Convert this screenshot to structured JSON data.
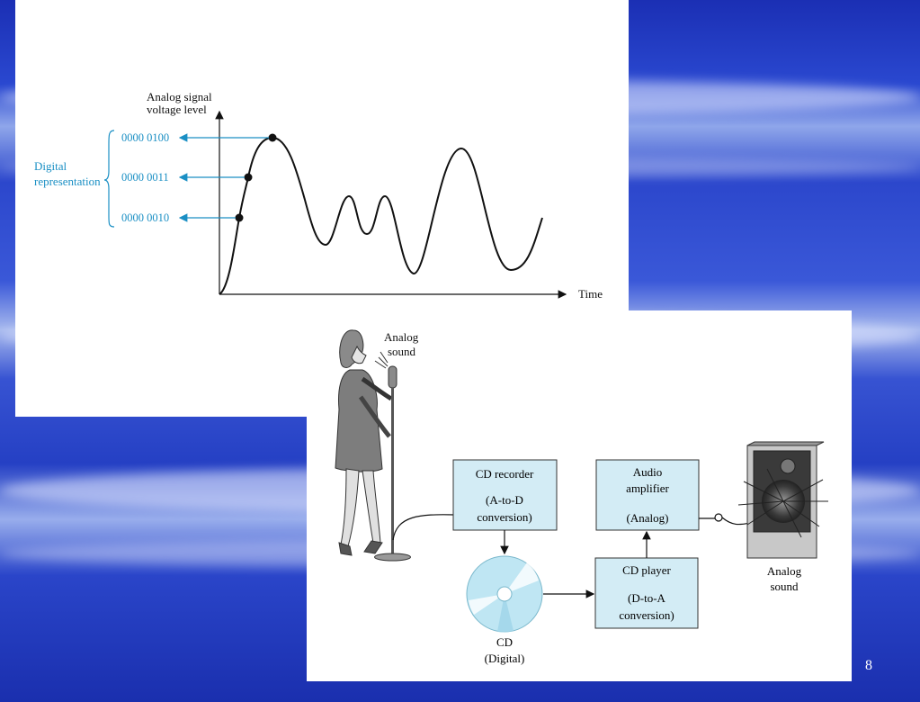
{
  "signal_chart": {
    "y_label_line1": "Analog signal",
    "y_label_line2": "voltage level",
    "x_label": "Time",
    "digital_label_line1": "Digital",
    "digital_label_line2": "representation",
    "codes": [
      "0000 0100",
      "0000 0011",
      "0000 0010"
    ],
    "colors": {
      "accent": "#1a8fc4",
      "curve": "#111111"
    }
  },
  "cd_diagram": {
    "singer_label_line1": "Analog",
    "singer_label_line2": "sound",
    "recorder": {
      "line1": "CD recorder",
      "line2": "(A-to-D",
      "line3": "conversion)"
    },
    "amplifier": {
      "line1": "Audio",
      "line2": "amplifier",
      "line3": "(Analog)"
    },
    "player": {
      "line1": "CD player",
      "line2": "(D-to-A",
      "line3": "conversion)"
    },
    "cd": {
      "line1": "CD",
      "line2": "(Digital)"
    },
    "speaker_label_line1": "Analog",
    "speaker_label_line2": "sound",
    "colors": {
      "box_fill": "#d3ecf5",
      "cd_fill": "#bfe6f3"
    }
  },
  "slide": {
    "number": "8"
  }
}
